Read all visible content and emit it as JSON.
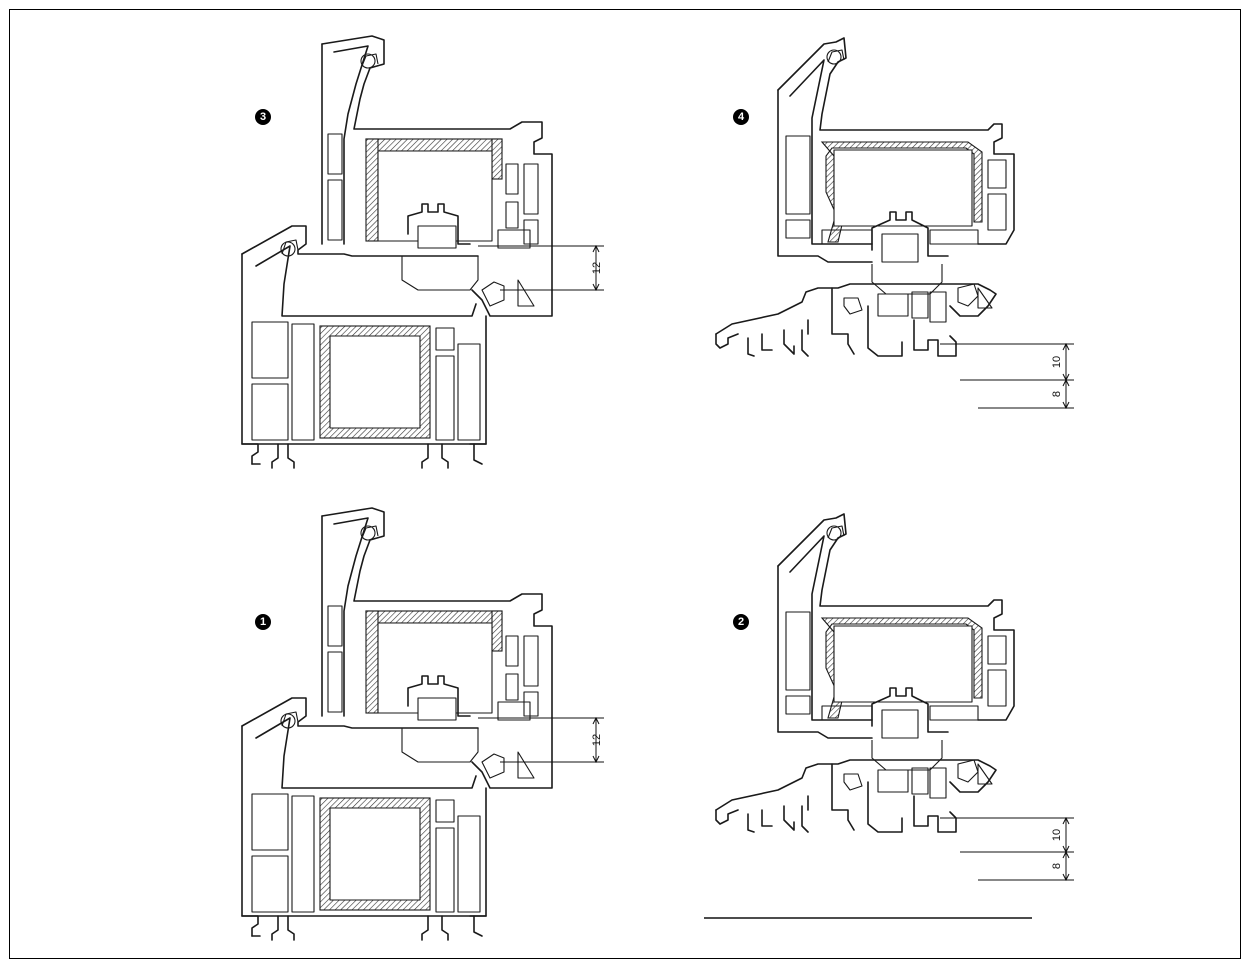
{
  "sections": [
    {
      "id": "section-3",
      "number": "3",
      "dimensions": [
        "12"
      ]
    },
    {
      "id": "section-4",
      "number": "4",
      "dimensions": [
        "10",
        "8"
      ]
    },
    {
      "id": "section-1",
      "number": "1",
      "dimensions": [
        "12"
      ]
    },
    {
      "id": "section-2",
      "number": "2",
      "dimensions": [
        "10",
        "8"
      ]
    }
  ],
  "colors": {
    "line": "#1a1a1a",
    "background": "#ffffff",
    "badge": "#000000"
  }
}
